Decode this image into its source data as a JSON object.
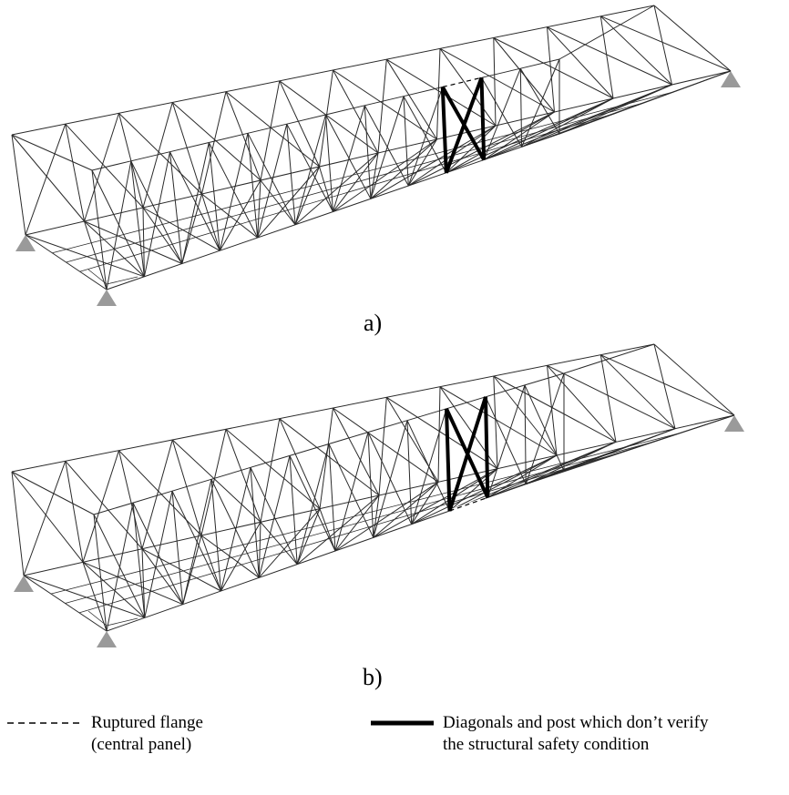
{
  "figure_a": {
    "caption": "a)"
  },
  "figure_b": {
    "caption": "b)"
  },
  "legend": {
    "dashed": {
      "line1": "Ruptured flange",
      "line2": "(central panel)"
    },
    "thick": {
      "line1": "Diagonals and post which don’t verify",
      "line2": "the structural safety condition"
    }
  },
  "colors": {
    "member": "#2a2a2a",
    "highlight": "#000000",
    "support": "#9a9a9a"
  }
}
